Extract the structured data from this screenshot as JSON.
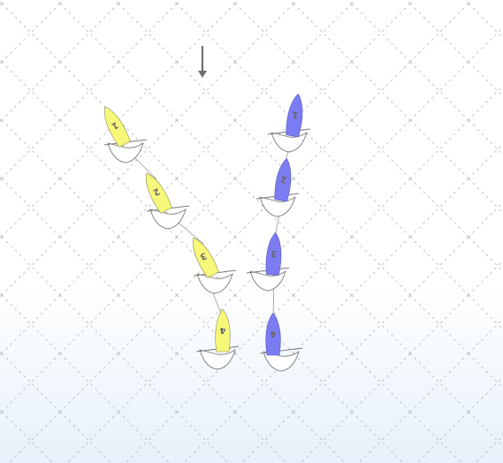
{
  "wind_direction": "down",
  "colors": {
    "yellow_team": "#F7F77A",
    "blue_team": "#7B7BF2",
    "grid": "#b8b8b8",
    "wind_arrow": "#707070",
    "track": "#9a9a9a",
    "sail": "#ffffff",
    "background_bottom": "#e8f3fc"
  },
  "teams": [
    {
      "name": "yellow",
      "boats": [
        {
          "label": "1"
        },
        {
          "label": "2"
        },
        {
          "label": "3"
        },
        {
          "label": "4"
        }
      ]
    },
    {
      "name": "blue",
      "boats": [
        {
          "label": "1"
        },
        {
          "label": "2"
        },
        {
          "label": "3"
        },
        {
          "label": "4"
        }
      ]
    }
  ]
}
